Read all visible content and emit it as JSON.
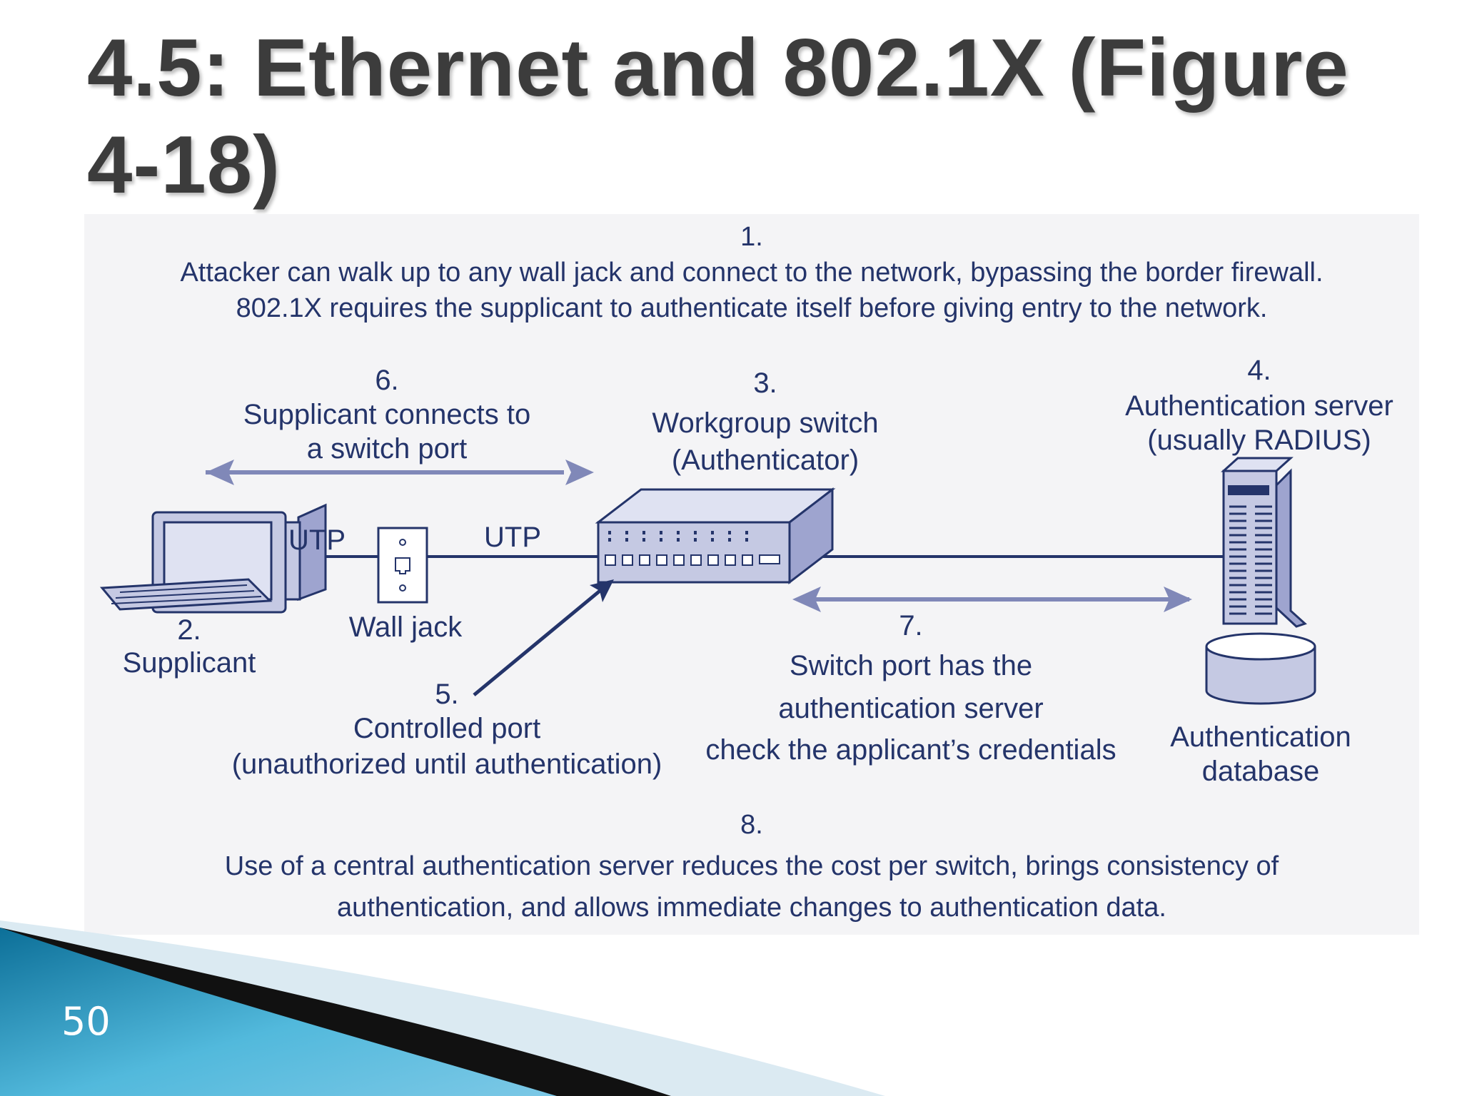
{
  "slide": {
    "title": "4.5: Ethernet and 802.1X (Figure 4-18)",
    "number": "50"
  },
  "figure": {
    "note1": {
      "num": "1.",
      "line1": "Attacker can walk up to any wall jack and connect to the network, bypassing the border firewall.",
      "line2": "802.1X requires the supplicant to authenticate itself before giving entry to the network."
    },
    "supplicant": {
      "num": "2.",
      "label": "Supplicant"
    },
    "switch": {
      "num": "3.",
      "line1": "Workgroup switch",
      "line2": "(Authenticator)"
    },
    "auth_server": {
      "num": "4.",
      "line1": "Authentication server",
      "line2": "(usually RADIUS)"
    },
    "controlled_port": {
      "num": "5.",
      "line1": "Controlled port",
      "line2": "(unauthorized until authentication)"
    },
    "note6": {
      "num": "6.",
      "line1": "Supplicant connects to",
      "line2": "a switch port"
    },
    "note7": {
      "num": "7.",
      "line1": "Switch port has the",
      "line2": "authentication server",
      "line3": "check the applicant’s credentials"
    },
    "note8": {
      "num": "8.",
      "line1": "Use of a central authentication server reduces the cost per switch, brings consistency of",
      "line2": "authentication, and allows immediate changes to authentication data."
    },
    "cable1": "UTP",
    "cable2": "UTP",
    "wall_jack": "Wall jack",
    "auth_db": {
      "line1": "Authentication",
      "line2": "database"
    }
  },
  "colors": {
    "title": "#3c3c3c",
    "diagram_text": "#24346a",
    "device_fill": "#c5c9e3",
    "arrow": "#8088b8",
    "swoosh_blue": "#2a9bc4"
  }
}
